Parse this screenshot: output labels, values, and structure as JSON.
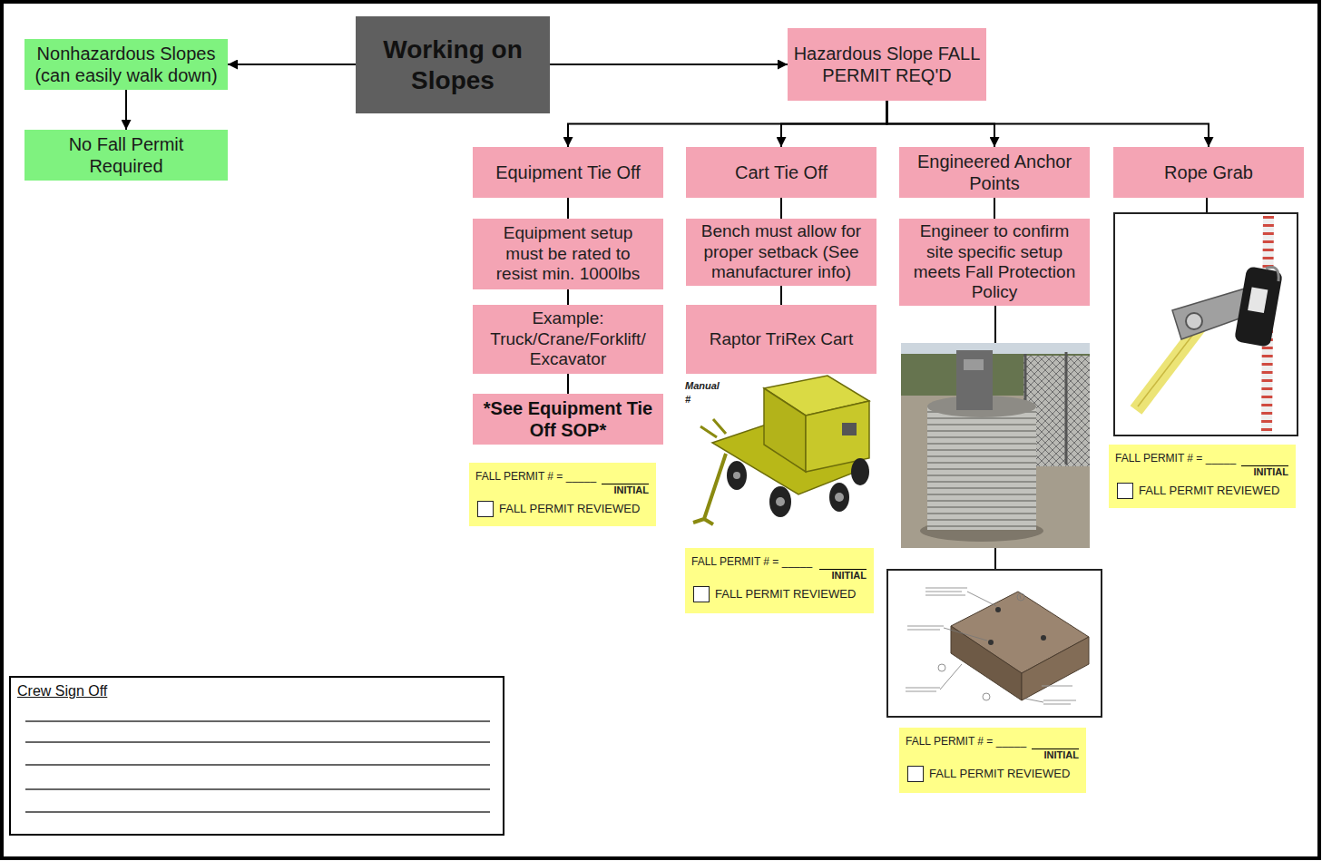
{
  "diagram": {
    "nodes": [
      {
        "text": [
          "Working on Slopes"
        ]
      },
      {
        "text": [
          "Nonhazardous Slopes (can easily walk down)"
        ]
      },
      {
        "text": [
          "No Fall Permit Required"
        ]
      },
      {
        "text": [
          "Hazardous Slope FALL PERMIT REQ'D"
        ]
      },
      {
        "text": [
          "Equipment Tie Off"
        ]
      },
      {
        "text": [
          "Cart Tie Off"
        ]
      },
      {
        "text": [
          "Engineered Anchor Points"
        ]
      },
      {
        "text": [
          "Rope Grab"
        ]
      },
      {
        "text": [
          "Equipment setup must be rated to resist min. 1000lbs"
        ]
      },
      {
        "text": [
          "Example: Truck/Crane/Forklift/ Excavator"
        ]
      },
      {
        "text": [
          "*See Equipment Tie Off SOP*"
        ]
      },
      {
        "text": [
          "FALL PERMIT # = _____",
          "INITIAL",
          "FALL PERMIT REVIEWED"
        ]
      },
      {
        "text": [
          "Bench must allow for proper setback (See manufacturer info)"
        ]
      },
      {
        "text": [
          "Raptor TriRex Cart"
        ]
      },
      {
        "text": [
          "FALL PERMIT # = _____",
          "INITIAL",
          "FALL PERMIT REVIEWED"
        ]
      },
      {
        "text": [
          "Engineer to confirm site specific setup meets Fall Protection Policy"
        ]
      },
      {
        "text": [
          "FALL PERMIT # = _____",
          "INITIAL",
          "FALL PERMIT REVIEWED"
        ]
      },
      {
        "text": [
          "FALL PERMIT # = _____",
          "INITIAL",
          "FALL PERMIT REVIEWED"
        ]
      },
      {
        "text": [
          "Crew Sign Off"
        ]
      }
    ],
    "edges": [
      {
        "from": 0,
        "to": 1,
        "arrow": "to"
      },
      {
        "from": 0,
        "to": 3,
        "arrow": "to"
      },
      {
        "from": 1,
        "to": 2,
        "arrow": "to"
      },
      {
        "from": 3,
        "to": 4,
        "arrow": "to"
      },
      {
        "from": 3,
        "to": 5,
        "arrow": "to"
      },
      {
        "from": 3,
        "to": 6,
        "arrow": "to"
      },
      {
        "from": 3,
        "to": 7,
        "arrow": "to"
      },
      {
        "from": 4,
        "to": 8,
        "arrow": "none"
      },
      {
        "from": 8,
        "to": 9,
        "arrow": "none"
      },
      {
        "from": 9,
        "to": 10,
        "arrow": "none"
      },
      {
        "from": 5,
        "to": 12,
        "arrow": "none"
      },
      {
        "from": 12,
        "to": 13,
        "arrow": "none"
      },
      {
        "from": 6,
        "to": 15,
        "arrow": "none"
      }
    ],
    "labels": [
      "Manual",
      "#"
    ]
  }
}
